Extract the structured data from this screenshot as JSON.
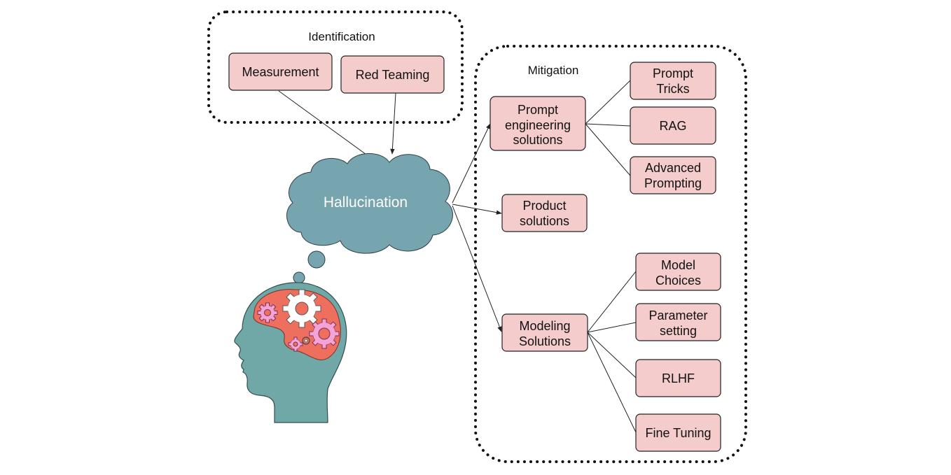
{
  "groups": {
    "identification": {
      "label": "Identification"
    },
    "mitigation": {
      "label": "Mitigation"
    }
  },
  "center": {
    "label": "Hallucination"
  },
  "nodes": {
    "measurement": {
      "lines": [
        "Measurement"
      ]
    },
    "red_teaming": {
      "lines": [
        "Red Teaming"
      ]
    },
    "prompt_engineering": {
      "lines": [
        "Prompt",
        "engineering",
        "solutions"
      ]
    },
    "product_solutions": {
      "lines": [
        "Product",
        "solutions"
      ]
    },
    "modeling_solutions": {
      "lines": [
        "Modeling",
        "Solutions"
      ]
    },
    "prompt_tricks": {
      "lines": [
        "Prompt",
        "Tricks"
      ]
    },
    "rag": {
      "lines": [
        "RAG"
      ]
    },
    "advanced_prompting": {
      "lines": [
        "Advanced",
        "Prompting"
      ]
    },
    "model_choices": {
      "lines": [
        "Model",
        "Choices"
      ]
    },
    "parameter_setting": {
      "lines": [
        "Parameter",
        "setting"
      ]
    },
    "rlhf": {
      "lines": [
        "RLHF"
      ]
    },
    "fine_tuning": {
      "lines": [
        "Fine Tuning"
      ]
    }
  },
  "colors": {
    "node_fill": "#f4cccc",
    "cloud_fill": "#76a5af",
    "head_fill": "#6fa8a7",
    "brain_fill": "#ef6f5e",
    "gear_pink": "#f3a3d5",
    "gear_white": "#ffffff"
  },
  "icons": {
    "head": "human-head-with-gears-icon"
  }
}
